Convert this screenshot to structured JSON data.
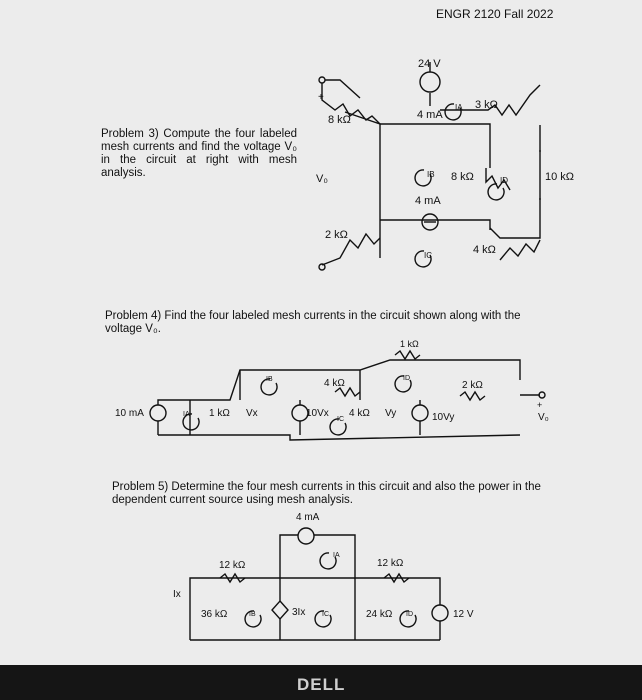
{
  "header": {
    "course": "ENGR 2120 Fall 2022"
  },
  "problem3": {
    "text": "Problem 3) Compute the four labeled mesh currents and find the voltage V₀ in the circuit at right with mesh analysis.",
    "labels": {
      "src24": "24 V",
      "r8a": "8 kΩ",
      "r3": "3 kΩ",
      "cs4a": "4 mA",
      "IA": "IA",
      "Vo": "V₀",
      "plus": "+",
      "IB": "IB",
      "r8b": "8 kΩ",
      "ID": "ID",
      "r10": "10 kΩ",
      "cs4b": "4 mA",
      "r2": "2 kΩ",
      "IC": "IC",
      "r4": "4 kΩ"
    }
  },
  "problem4": {
    "text": "Problem 4) Find the four labeled mesh currents in the circuit shown along with the voltage V₀.",
    "labels": {
      "r1top": "1 kΩ",
      "IB": "IB",
      "ID": "ID",
      "r4": "4 kΩ",
      "r2": "2 kΩ",
      "cs10": "10 mA",
      "IA": "IA",
      "r1": "1 kΩ",
      "Vx": "Vx",
      "src10Vx": "10Vx",
      "IC": "IC",
      "r4b": "4 kΩ",
      "Vy": "Vy",
      "src10Vy": "10Vy",
      "Vo": "V₀",
      "plus": "+"
    }
  },
  "problem5": {
    "text": "Problem 5) Determine the four mesh currents in this circuit and also the power in the dependent current source using mesh analysis.",
    "labels": {
      "cs4": "4 mA",
      "IA": "IA",
      "r12a": "12 kΩ",
      "r12b": "12 kΩ",
      "Ix": "Ix",
      "r36": "36 kΩ",
      "IB": "IB",
      "src3Ix": "3Ix",
      "IC": "IC",
      "r24": "24 kΩ",
      "ID": "ID",
      "src12": "12 V"
    }
  },
  "bezel": {
    "logo": "DELL"
  }
}
